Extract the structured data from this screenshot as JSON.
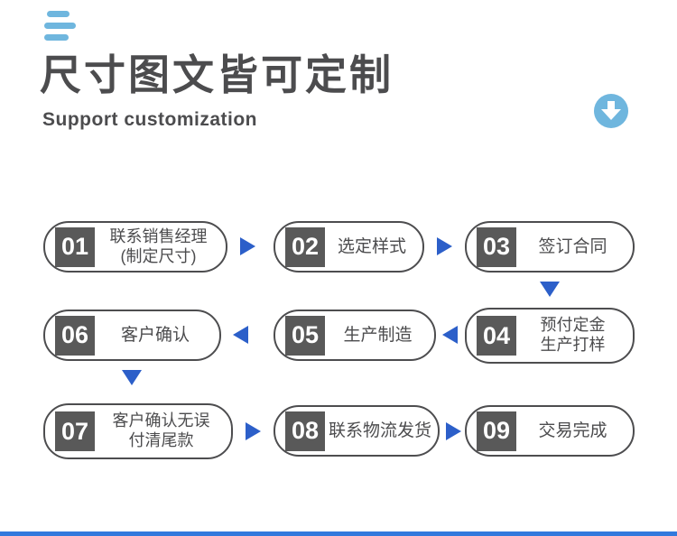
{
  "header": {
    "title": "尺寸图文皆可定制",
    "subtitle": "Support customization"
  },
  "flow": {
    "steps": [
      {
        "number": "01",
        "line1": "联系销售经理",
        "line2": "(制定尺寸)"
      },
      {
        "number": "02",
        "line1": "选定样式",
        "line2": ""
      },
      {
        "number": "03",
        "line1": "签订合同",
        "line2": ""
      },
      {
        "number": "04",
        "line1": "预付定金",
        "line2": "生产打样"
      },
      {
        "number": "05",
        "line1": "生产制造",
        "line2": ""
      },
      {
        "number": "06",
        "line1": "客户确认",
        "line2": ""
      },
      {
        "number": "07",
        "line1": "客户确认无误",
        "line2": "付清尾款"
      },
      {
        "number": "08",
        "line1": "联系物流发货",
        "line2": ""
      },
      {
        "number": "09",
        "line1": "交易完成",
        "line2": ""
      }
    ]
  },
  "icons": {
    "menu_lines": "menu-lines-icon",
    "scroll_down": "circle-down-arrow-icon",
    "arrow_right": "arrow-right-icon",
    "arrow_left": "arrow-left-icon",
    "arrow_down": "arrow-down-icon"
  },
  "colors": {
    "light_blue": "#6fb6de",
    "arrow_blue": "#2c5fc9",
    "badge_gray": "#595959",
    "border_gray": "#4d4d4f",
    "text_dark": "#4c4c4e",
    "bottom_bar_blue": "#3279dd"
  }
}
